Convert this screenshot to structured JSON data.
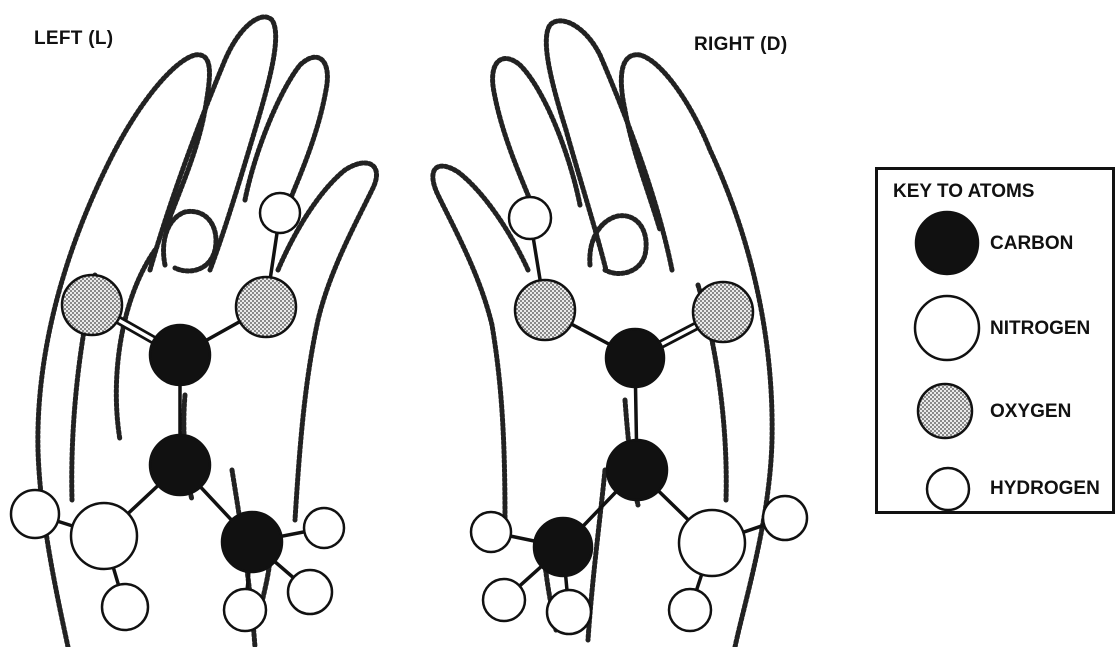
{
  "labels": {
    "left": "LEFT (L)",
    "right": "RIGHT (D)"
  },
  "key": {
    "title": "KEY TO ATOMS",
    "items": [
      {
        "atom": "carbon",
        "label": "CARBON"
      },
      {
        "atom": "nitrogen",
        "label": "NITROGEN"
      },
      {
        "atom": "oxygen",
        "label": "OXYGEN"
      },
      {
        "atom": "hydrogen",
        "label": "HYDROGEN"
      }
    ]
  },
  "colors": {
    "carbon": "#111111",
    "nitrogen": "#ffffff",
    "hydrogen": "#ffffff",
    "oxygen_fill": "stippled gray"
  }
}
